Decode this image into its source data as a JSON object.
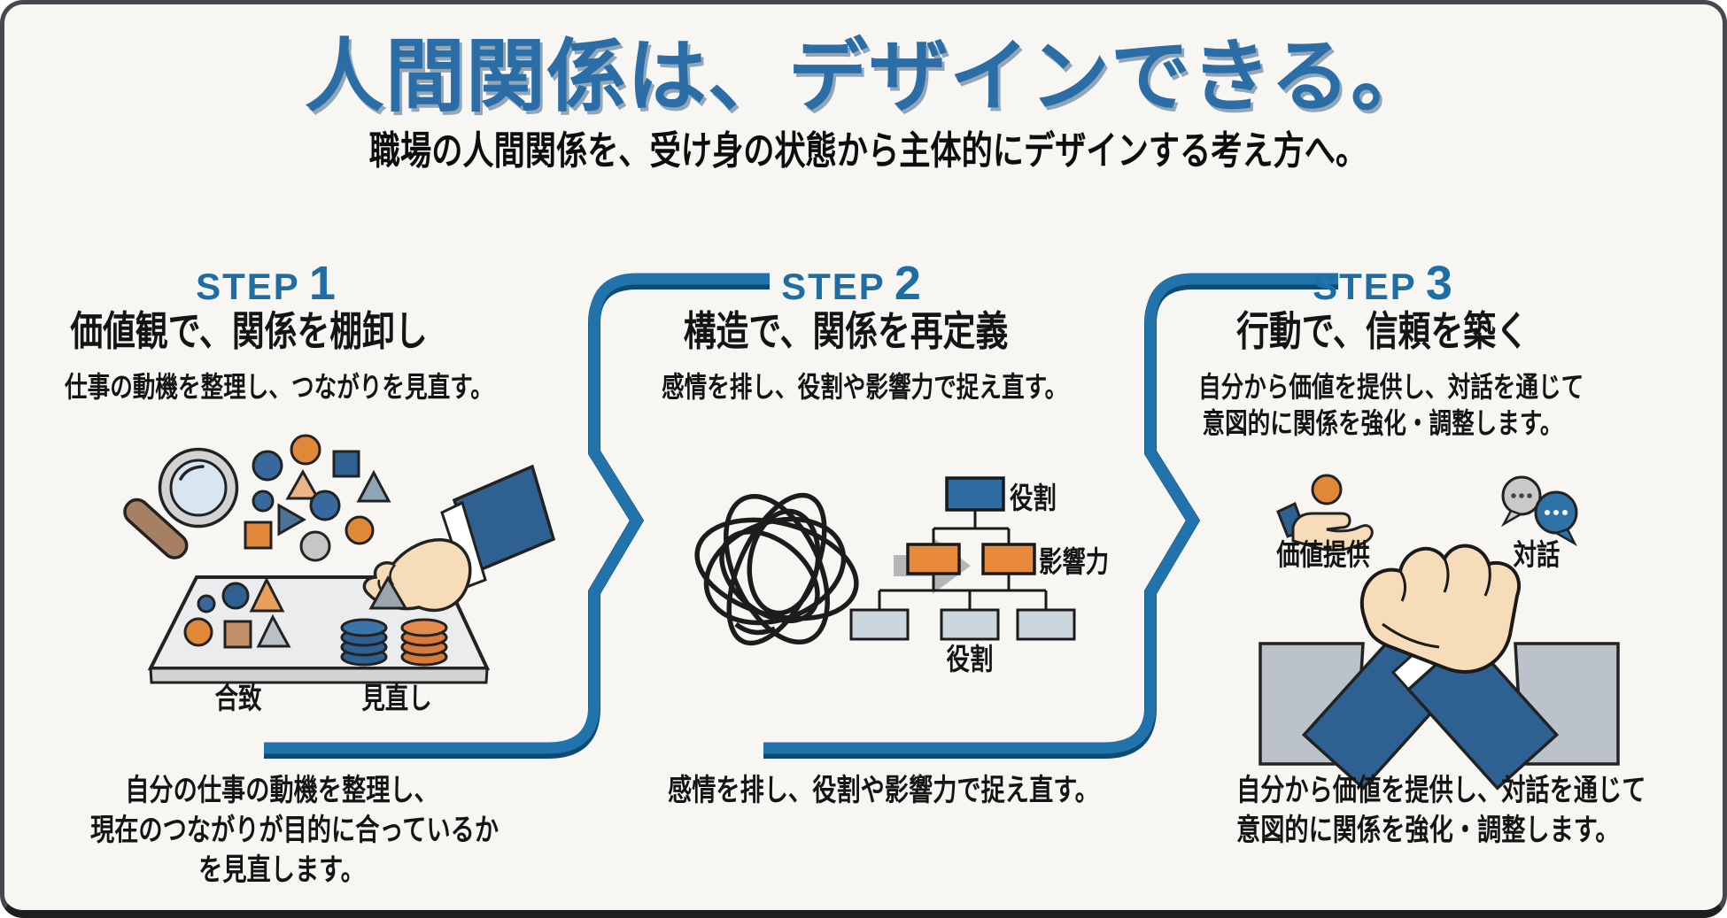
{
  "header": {
    "title": "人間関係は、デザインできる。",
    "subtitle": "職場の人間関係を、受け身の状態から主体的にデザインする考え方へ。"
  },
  "steps": [
    {
      "label": "STEP",
      "number": "1",
      "title": "価値観で、関係を棚卸し",
      "subtitle": "仕事の動機を整理し、つながりを見直す。",
      "illustration": {
        "left_label": "合致",
        "right_label": "見直し"
      },
      "caption_lines": [
        "自分の仕事の動機を整理し、",
        "現在のつながりが目的に合っているか",
        "を見直します。"
      ]
    },
    {
      "label": "STEP",
      "number": "2",
      "title": "構造で、関係を再定義",
      "subtitle": "感情を排し、役割や影響力で捉え直す。",
      "illustration": {
        "top_label": "役割",
        "middle_label": "影響力",
        "bottom_label": "役割"
      },
      "caption_lines": [
        "感情を排し、役割や影響力で捉え直す。"
      ]
    },
    {
      "label": "STEP",
      "number": "3",
      "title": "行動で、信頼を築く",
      "subtitle_lines": [
        "自分から価値を提供し、対話を通じて",
        "意図的に関係を強化・調整します。"
      ],
      "illustration": {
        "left_label": "価値提供",
        "right_label": "対話"
      },
      "caption_lines": [
        "自分から価値を提供し、対話を通じて",
        "意図的に関係を強化・調整します。"
      ]
    }
  ],
  "icons": {
    "step1": [
      "magnifier-icon",
      "scattered-shapes-icon",
      "sorting-hand-icon",
      "sorting-table-icon"
    ],
    "step2": [
      "tangle-icon",
      "arrow-right-icon",
      "org-chart-icon"
    ],
    "step3": [
      "give-value-icon",
      "dialogue-bubbles-icon",
      "clasped-hands-icon"
    ]
  },
  "colors": {
    "background": "#f7f6f2",
    "title_blue": "#2a6da7",
    "step_blue": "#1f6da5",
    "divider_blue": "#2272ab",
    "divider_shadow": "#0f4a73",
    "text_black": "#141414",
    "shape_orange": "#e0873a",
    "shape_blue": "#39699c",
    "box_blue": "#2e6da4",
    "box_orange": "#e8883a",
    "box_gray": "#ccd6dd",
    "skin_tone": "#f7dcba",
    "sleeve_blue": "#2e6191",
    "body_gray": "#bcc2ca"
  }
}
